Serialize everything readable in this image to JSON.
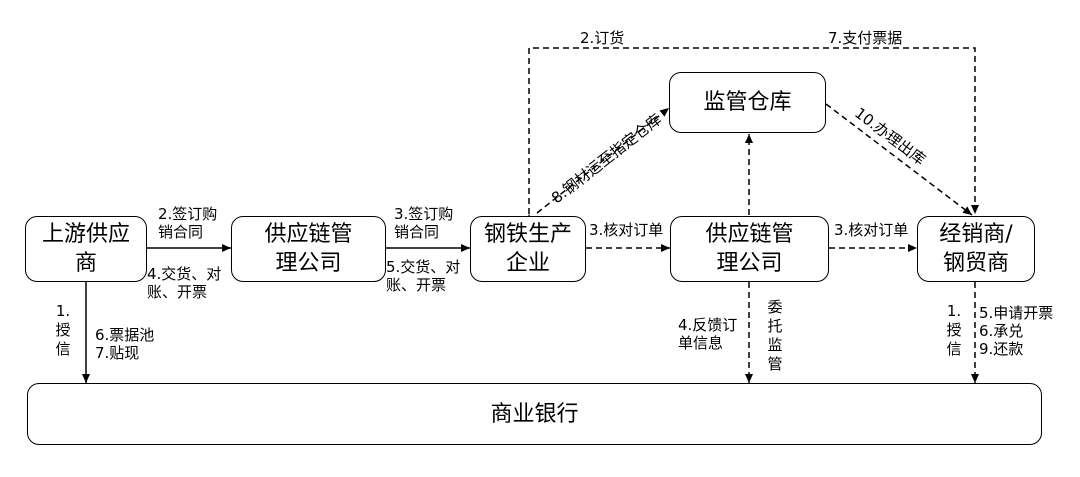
{
  "nodes": {
    "upstream_supplier": [
      "上游供应",
      "商"
    ],
    "scm_left": [
      "供应链管",
      "理公司"
    ],
    "steel_producer": [
      "钢铁生产",
      "企业"
    ],
    "warehouse": [
      "监管仓库"
    ],
    "scm_right": [
      "供应链管",
      "理公司"
    ],
    "dealer": [
      "经销商/",
      "钢贸商"
    ],
    "bank": [
      "商业银行"
    ]
  },
  "edges": {
    "order_top": "2.订货",
    "pay_bill_top": "7.支付票据",
    "ship_to_warehouse": "8.钢材运至指定仓库",
    "release": "10.办理出库",
    "sign_contract_left": [
      "2.签订购",
      "销合同"
    ],
    "deliver_left": [
      "4.交货、对",
      "账、开票"
    ],
    "sign_contract_mid": [
      "3.签订购",
      "销合同"
    ],
    "deliver_mid": [
      "5.交货、对",
      "账、开票"
    ],
    "check_order_left": "3.核对订单",
    "check_order_right": "3.核对订单",
    "credit_left": [
      "1.",
      "授",
      "信"
    ],
    "bill_pool": [
      "6.票据池",
      "7.贴现"
    ],
    "feedback_order": [
      "4.反馈订",
      "单信息"
    ],
    "entrust_supervision": [
      "委",
      "托",
      "监",
      "管"
    ],
    "credit_right": [
      "1.",
      "授",
      "信"
    ],
    "dealer_bank_ops": [
      "5.申请开票",
      "6.承兑",
      "9.还款"
    ]
  }
}
